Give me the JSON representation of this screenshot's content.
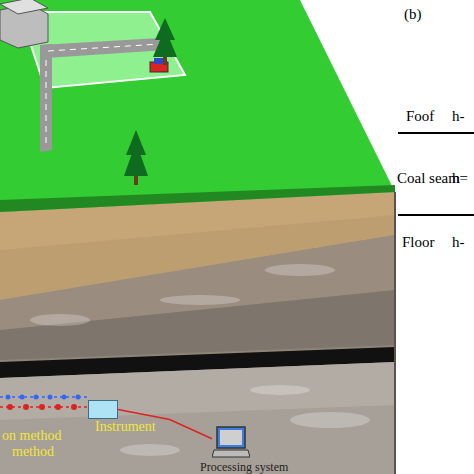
{
  "diagram": {
    "nodes": [
      {
        "text": [
          "Instrument"
        ]
      },
      {
        "text": [
          "Processing system"
        ]
      }
    ],
    "edges": [
      {
        "from": 0,
        "to": 1,
        "arrow": "none"
      }
    ],
    "labels": [
      "(b)",
      "Foof",
      "h-",
      "Coal seam",
      "h=",
      "Floor",
      "h-",
      "on method",
      "method"
    ]
  }
}
